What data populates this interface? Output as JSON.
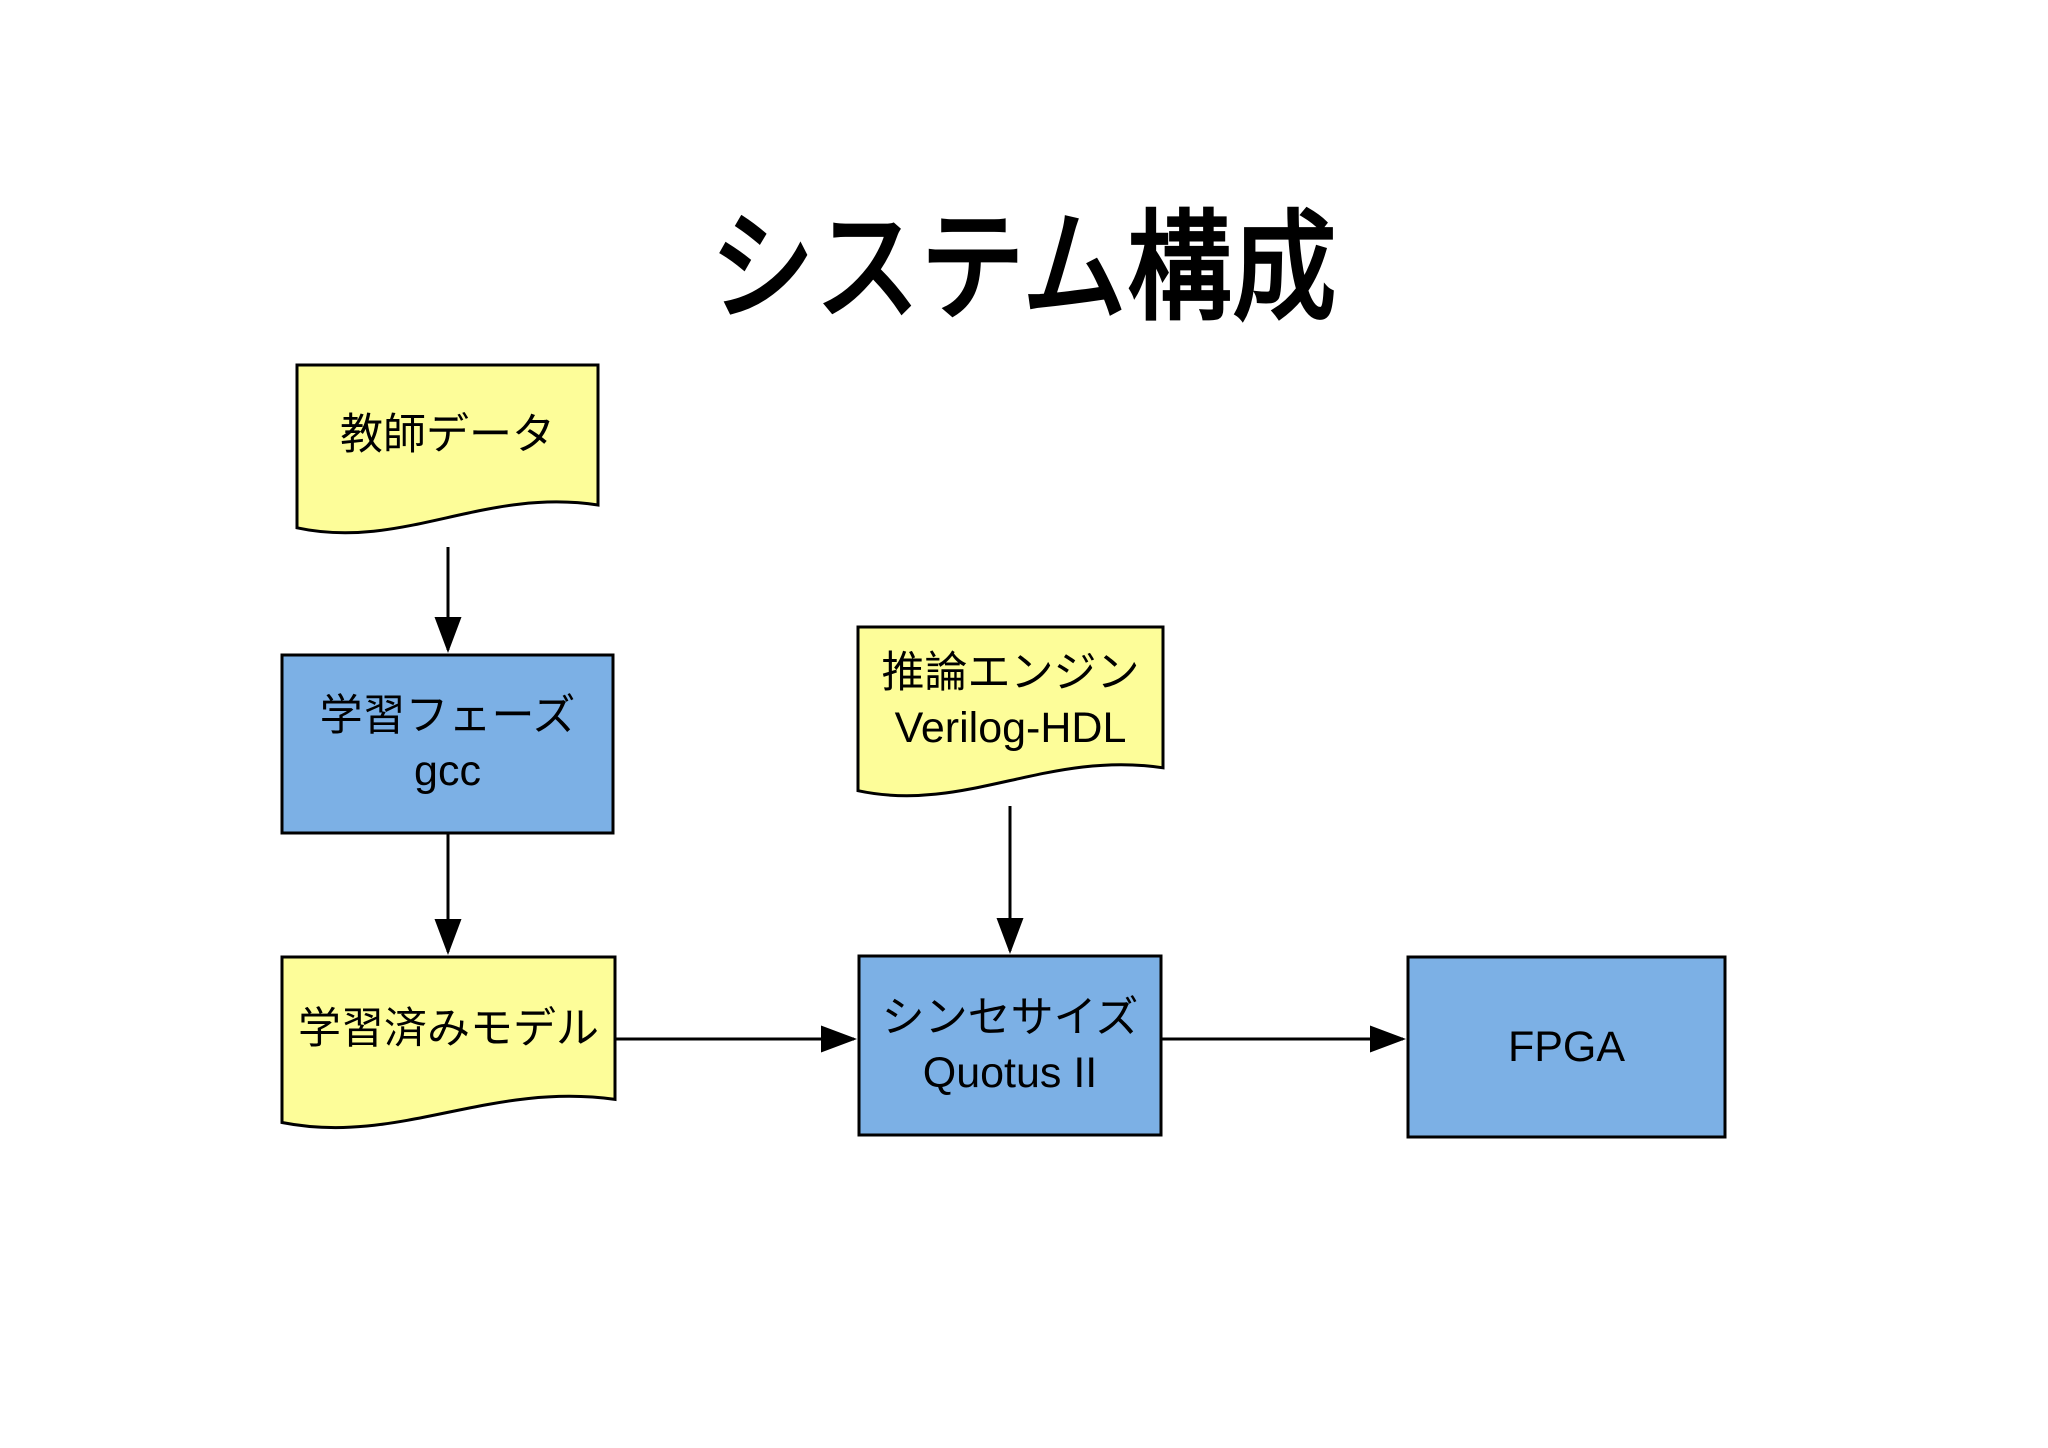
{
  "title": "システム構成",
  "diagram": {
    "nodes": {
      "teacher_data": {
        "label": "教師データ",
        "shape": "document"
      },
      "learning_phase": {
        "label": "学習フェーズ",
        "sublabel": "gcc",
        "shape": "process"
      },
      "trained_model": {
        "label": "学習済みモデル",
        "shape": "document"
      },
      "inference_engine": {
        "label": "推論エンジン",
        "sublabel": "Verilog-HDL",
        "shape": "document"
      },
      "synthesize": {
        "label": "シンセサイズ",
        "sublabel": "Quotus II",
        "shape": "process"
      },
      "fpga": {
        "label": "FPGA",
        "shape": "process"
      }
    },
    "edges": [
      {
        "from": "teacher_data",
        "to": "learning_phase"
      },
      {
        "from": "learning_phase",
        "to": "trained_model"
      },
      {
        "from": "trained_model",
        "to": "synthesize"
      },
      {
        "from": "inference_engine",
        "to": "synthesize"
      },
      {
        "from": "synthesize",
        "to": "fpga"
      }
    ],
    "colors": {
      "document_fill": "#FDFD99",
      "process_fill": "#7CB0E5",
      "stroke": "#000000",
      "background": "#FFFFFF"
    }
  }
}
